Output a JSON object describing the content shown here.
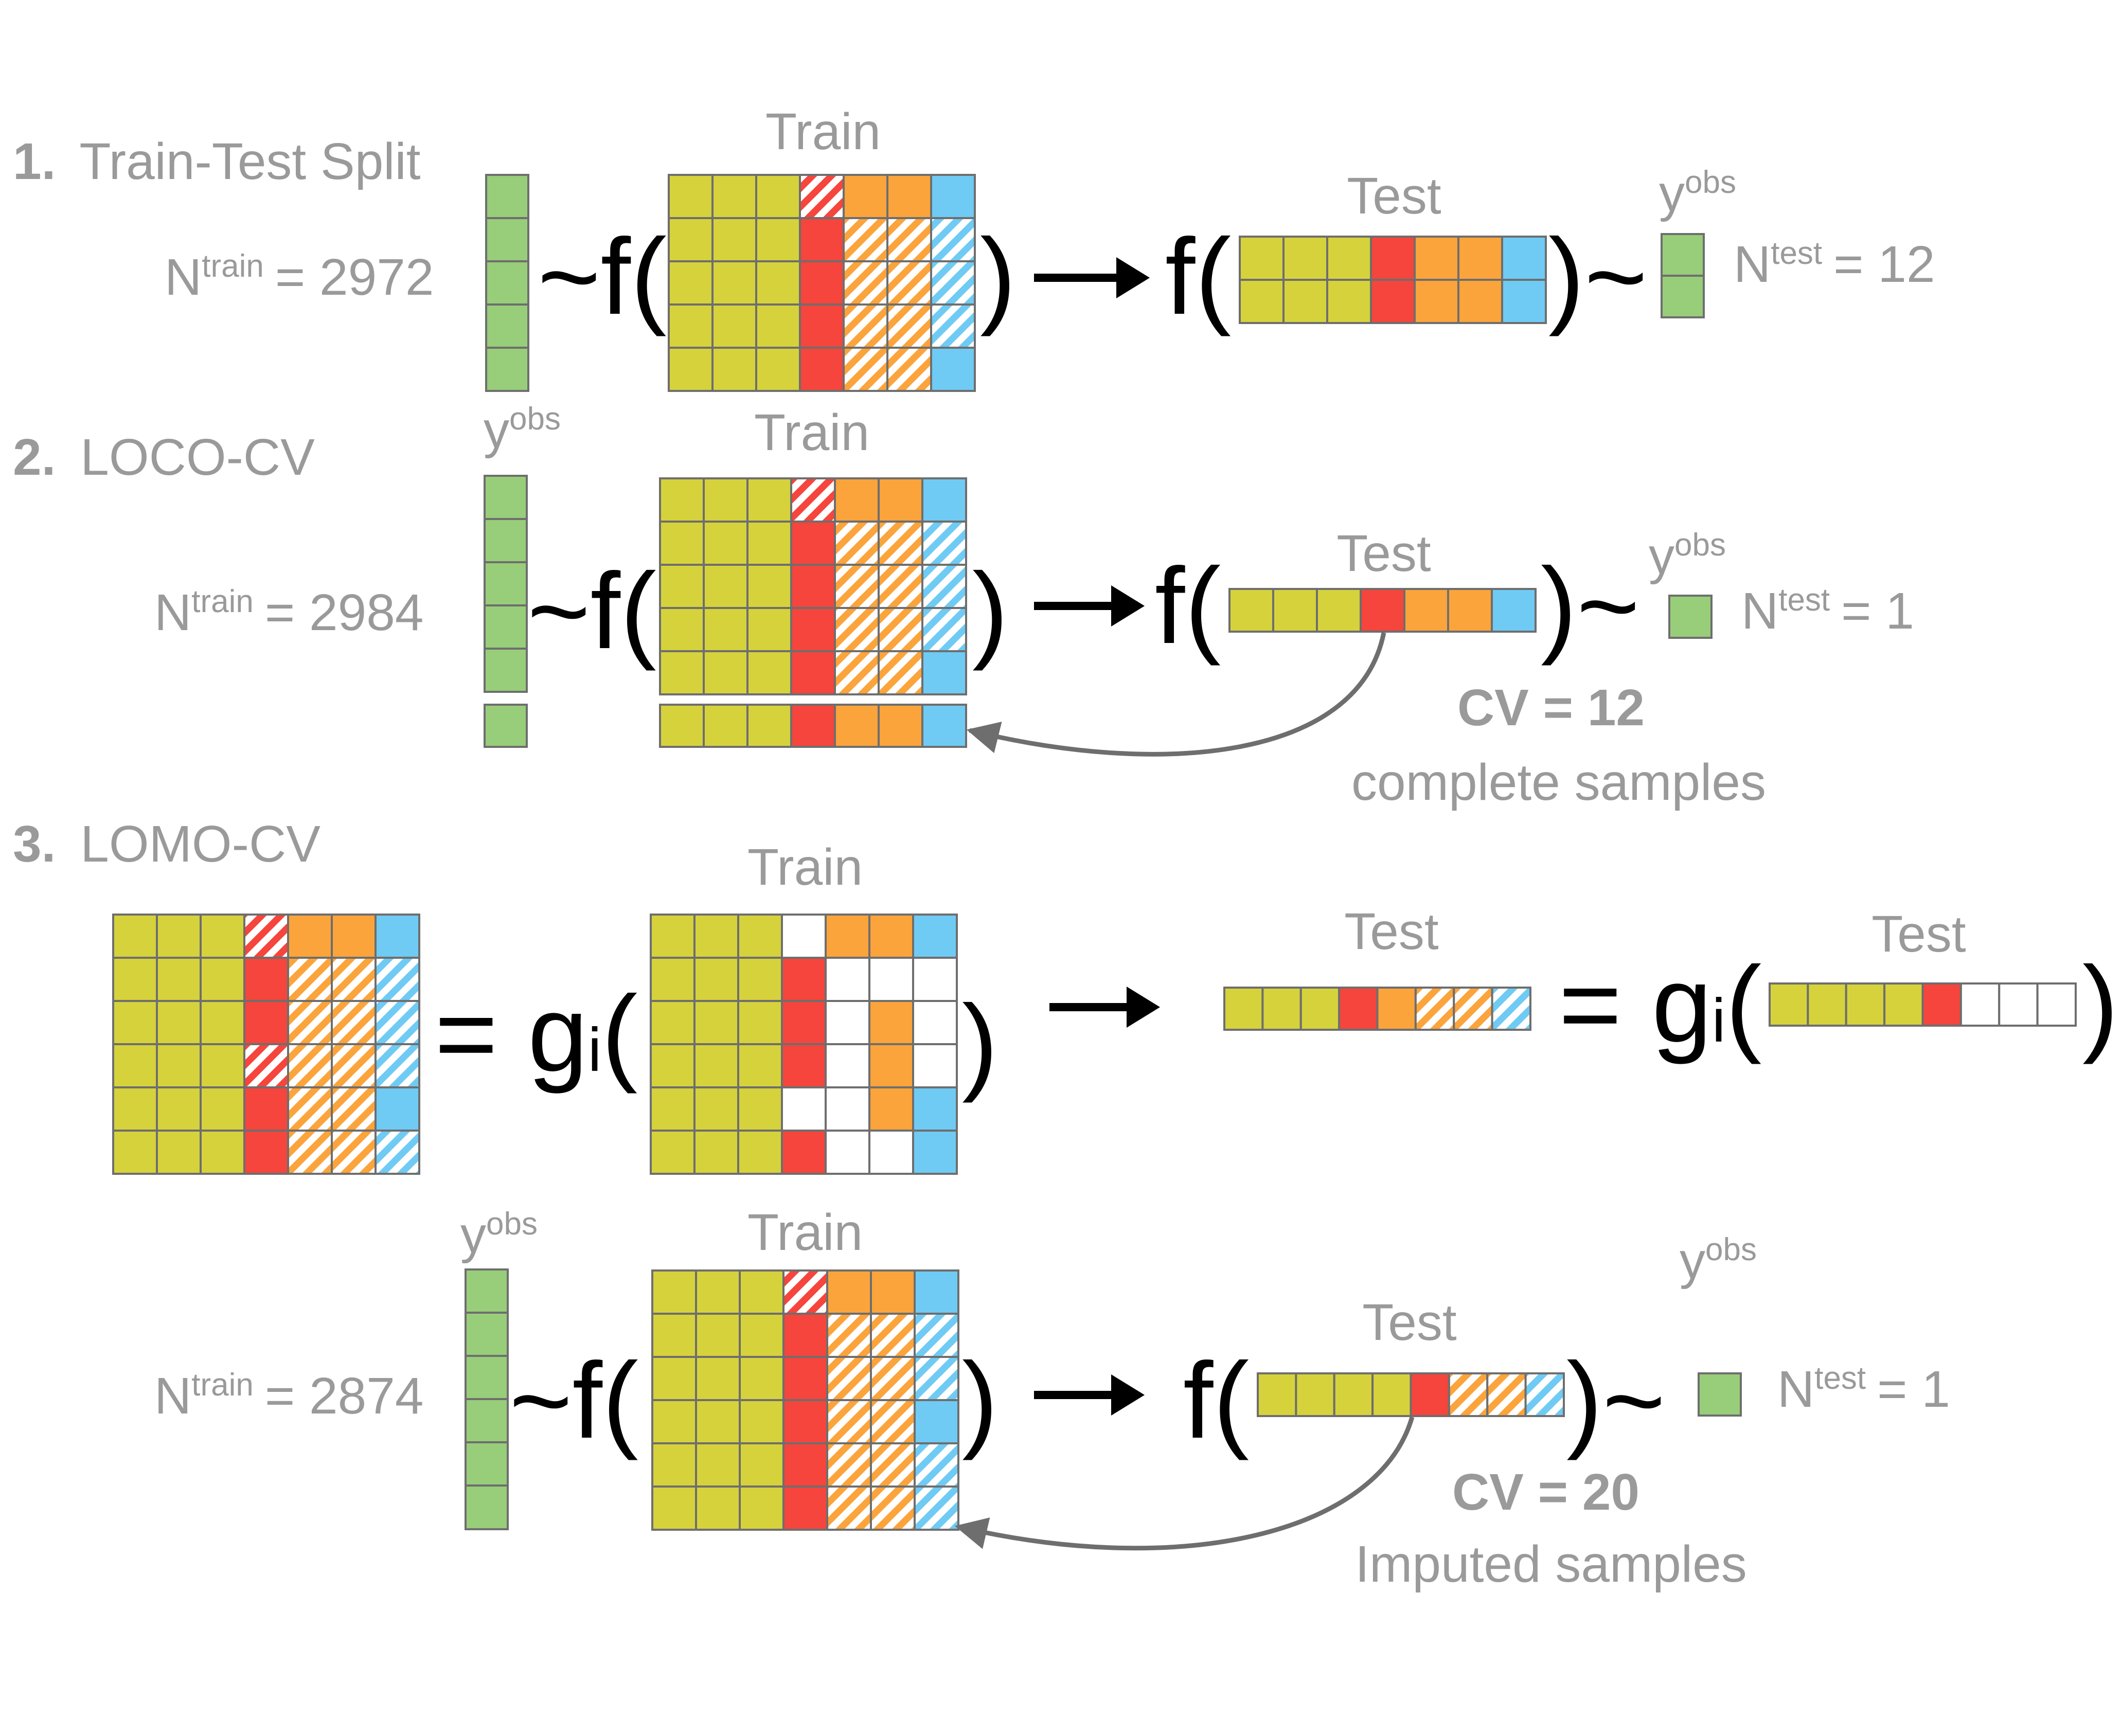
{
  "colors": {
    "olive": "#d6d23c",
    "red": "#f5453c",
    "orange": "#fba43c",
    "blue": "#6fcbf4",
    "green": "#98cd7a",
    "grid": "#6e6e6e",
    "label": "#9a9a9a",
    "black": "#000000",
    "empty": "#ffffff"
  },
  "legend_codes": "o=olive, r=red, R=red hatched, a=orange, A=orange hatched, b=blue, B=blue hatched, w=white (missing), g=green",
  "sections": [
    {
      "number": "1.",
      "title": "Train-Test Split"
    },
    {
      "number": "2.",
      "title": "LOCO-CV"
    },
    {
      "number": "3.",
      "title": "LOMO-CV"
    }
  ],
  "labels": {
    "train": "Train",
    "test": "Test",
    "y_base": "y",
    "y_sup": "obs",
    "n_base": "N",
    "n_train_sup": "train",
    "n_test_sup": "test",
    "row1_ntrain": "= 2972",
    "row1_ntest": "= 12",
    "row2_ntrain": "= 2984",
    "row2_ntest": "= 1",
    "row4_ntrain": "= 2874",
    "row4_ntest": "= 1",
    "cv12": "CV = 12",
    "cv12_sub": "complete samples",
    "cv20": "CV = 20",
    "cv20_sub": "Imputed samples"
  },
  "formula": {
    "tilde_f_open": "~f(",
    "f_open": "f(",
    "close": ")",
    "close_tilde": ")~",
    "arrow": "→",
    "equals_g": "= g",
    "g_sub": "i",
    "open_paren": "("
  },
  "matrices": {
    "m1_train": [
      "oooRaab",
      "ooorAAB",
      "ooorAAB",
      "ooorAAB",
      "ooorAAb"
    ],
    "m1_test": [
      "oooraab",
      "oooraab"
    ],
    "m2_train": [
      "oooRaab",
      "ooorAAB",
      "ooorAAB",
      "ooorAAB",
      "ooorAAb"
    ],
    "m2_extra": [
      "oooraab"
    ],
    "m2_test": [
      "oooraab"
    ],
    "m3_left": [
      "oooRaab",
      "ooorAAB",
      "ooorAAB",
      "oooRAAB",
      "ooorAAb",
      "ooorAAB"
    ],
    "m3_train": [
      "ooowaab",
      "ooorwww",
      "ooorwaw",
      "ooorwaw",
      "ooowwab",
      "ooorwwb"
    ],
    "m3_test_left": [
      "oooraAAB"
    ],
    "m3_test_right": [
      "oooorwww"
    ],
    "m4_train": [
      "oooRaab",
      "ooorAAB",
      "ooorAAB",
      "ooorAAb",
      "ooorAAB",
      "ooorAAB"
    ],
    "m4_test": [
      "oooorAAB"
    ]
  }
}
